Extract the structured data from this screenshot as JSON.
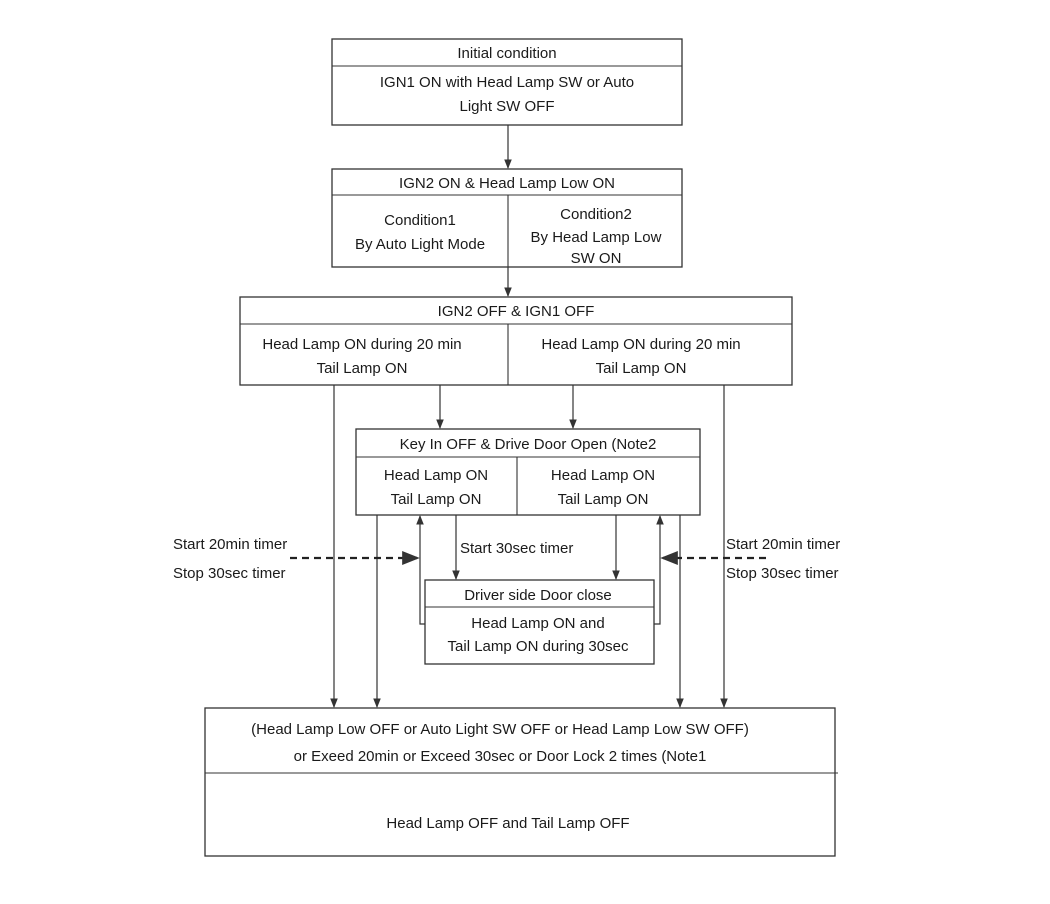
{
  "colors": {
    "line": "#333333",
    "text": "#1a1a1a",
    "background": "#ffffff"
  },
  "initial": {
    "header": "Initial condition",
    "line1": "IGN1 ON with Head Lamp SW or Auto",
    "line2": "Light SW OFF"
  },
  "ign2_on": {
    "header": "IGN2 ON & Head Lamp Low ON",
    "left": {
      "line1": "Condition1",
      "line2": "By Auto Light Mode"
    },
    "right": {
      "line1": "Condition2",
      "line2": "By Head Lamp Low",
      "line3": "SW ON"
    }
  },
  "ign_off": {
    "header": "IGN2 OFF & IGN1 OFF",
    "left": {
      "line1": "Head Lamp ON during 20 min",
      "line2": "Tail Lamp ON"
    },
    "right": {
      "line1": "Head Lamp ON during 20 min",
      "line2": "Tail Lamp ON"
    }
  },
  "key_in": {
    "header": "Key In OFF & Drive Door Open (Note2",
    "left": {
      "line1": "Head Lamp ON",
      "line2": "Tail Lamp ON"
    },
    "right": {
      "line1": "Head Lamp ON",
      "line2": "Tail Lamp ON"
    }
  },
  "start_30sec_label": "Start 30sec timer",
  "left_timer": {
    "line1": "Start 20min timer",
    "line2": "Stop 30sec timer"
  },
  "right_timer": {
    "line1": "Start 20min timer",
    "line2": "Stop 30sec timer"
  },
  "door_close": {
    "header": "Driver side Door close",
    "line1": "Head Lamp ON and",
    "line2": "Tail Lamp ON during 30sec"
  },
  "final": {
    "line1": "(Head Lamp Low OFF or Auto Light SW OFF or Head Lamp Low SW OFF)",
    "line2": "or Exeed 20min or Exceed 30sec or Door Lock 2 times (Note1",
    "result": "Head Lamp OFF and Tail Lamp OFF"
  }
}
